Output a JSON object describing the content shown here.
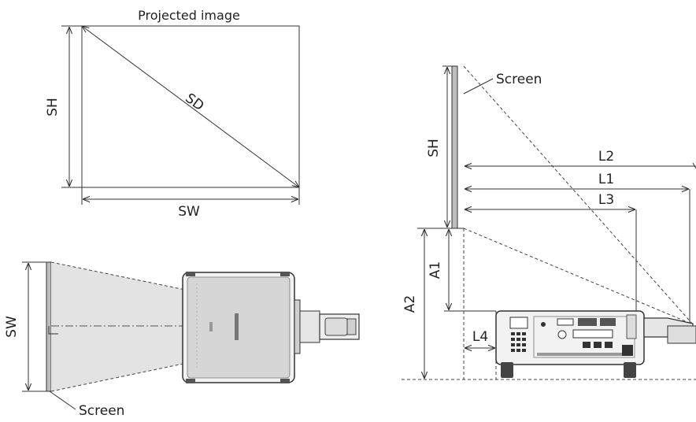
{
  "projected_image": {
    "title": "Projected image",
    "diagonal_label": "SD",
    "height_label": "SH",
    "width_label": "SW"
  },
  "top_view": {
    "width_label": "SW",
    "screen_label": "Screen"
  },
  "side_view": {
    "screen_label": "Screen",
    "height_label": "SH",
    "labels": {
      "l1": "L1",
      "l2": "L2",
      "l3": "L3",
      "l4": "L4",
      "a1": "A1",
      "a2": "A2"
    }
  }
}
